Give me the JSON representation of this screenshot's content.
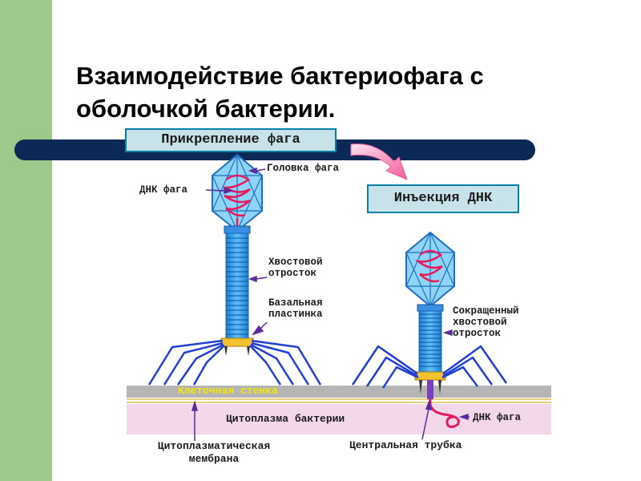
{
  "title": "Взаимодействие бактериофага с\nоболочкой бактерии.",
  "boxes": {
    "attachment": "Прикрепление фага",
    "injection": "Инъекция ДНК"
  },
  "labels": {
    "head": "Головка фага",
    "dna_left": "ДНК фага",
    "tail": "Хвостовой\nотросток",
    "baseplate": "Базальная\nпластинка",
    "contracted_tail": "Сокращенный\nхвостовой\nотросток",
    "cell_wall": "Клеточная стенка",
    "cytoplasm": "Цитоплазма бактерии",
    "dna_right": "ДНК фага",
    "membrane": "Цитоплазматическая\nмембрана",
    "central_tube": "Центральная трубка"
  },
  "colors": {
    "background_panel": "#9dc98a",
    "navy_bar": "#0c2855",
    "label_box_fill": "#c8e2ea",
    "label_box_border": "#0a7fa6",
    "phage_blue": "#2f9de3",
    "dna_red": "#e8195a",
    "leg_blue": "#1f3fd8",
    "baseplate_yellow": "#f2c230",
    "cell_wall_grey": "#b5b5b5",
    "cytoplasm_pink": "#f3d8ec",
    "wall_text_yellow": "#f7e600",
    "pointer_purple": "#5a2a9a",
    "arrow_pink": "#f05a9a"
  }
}
